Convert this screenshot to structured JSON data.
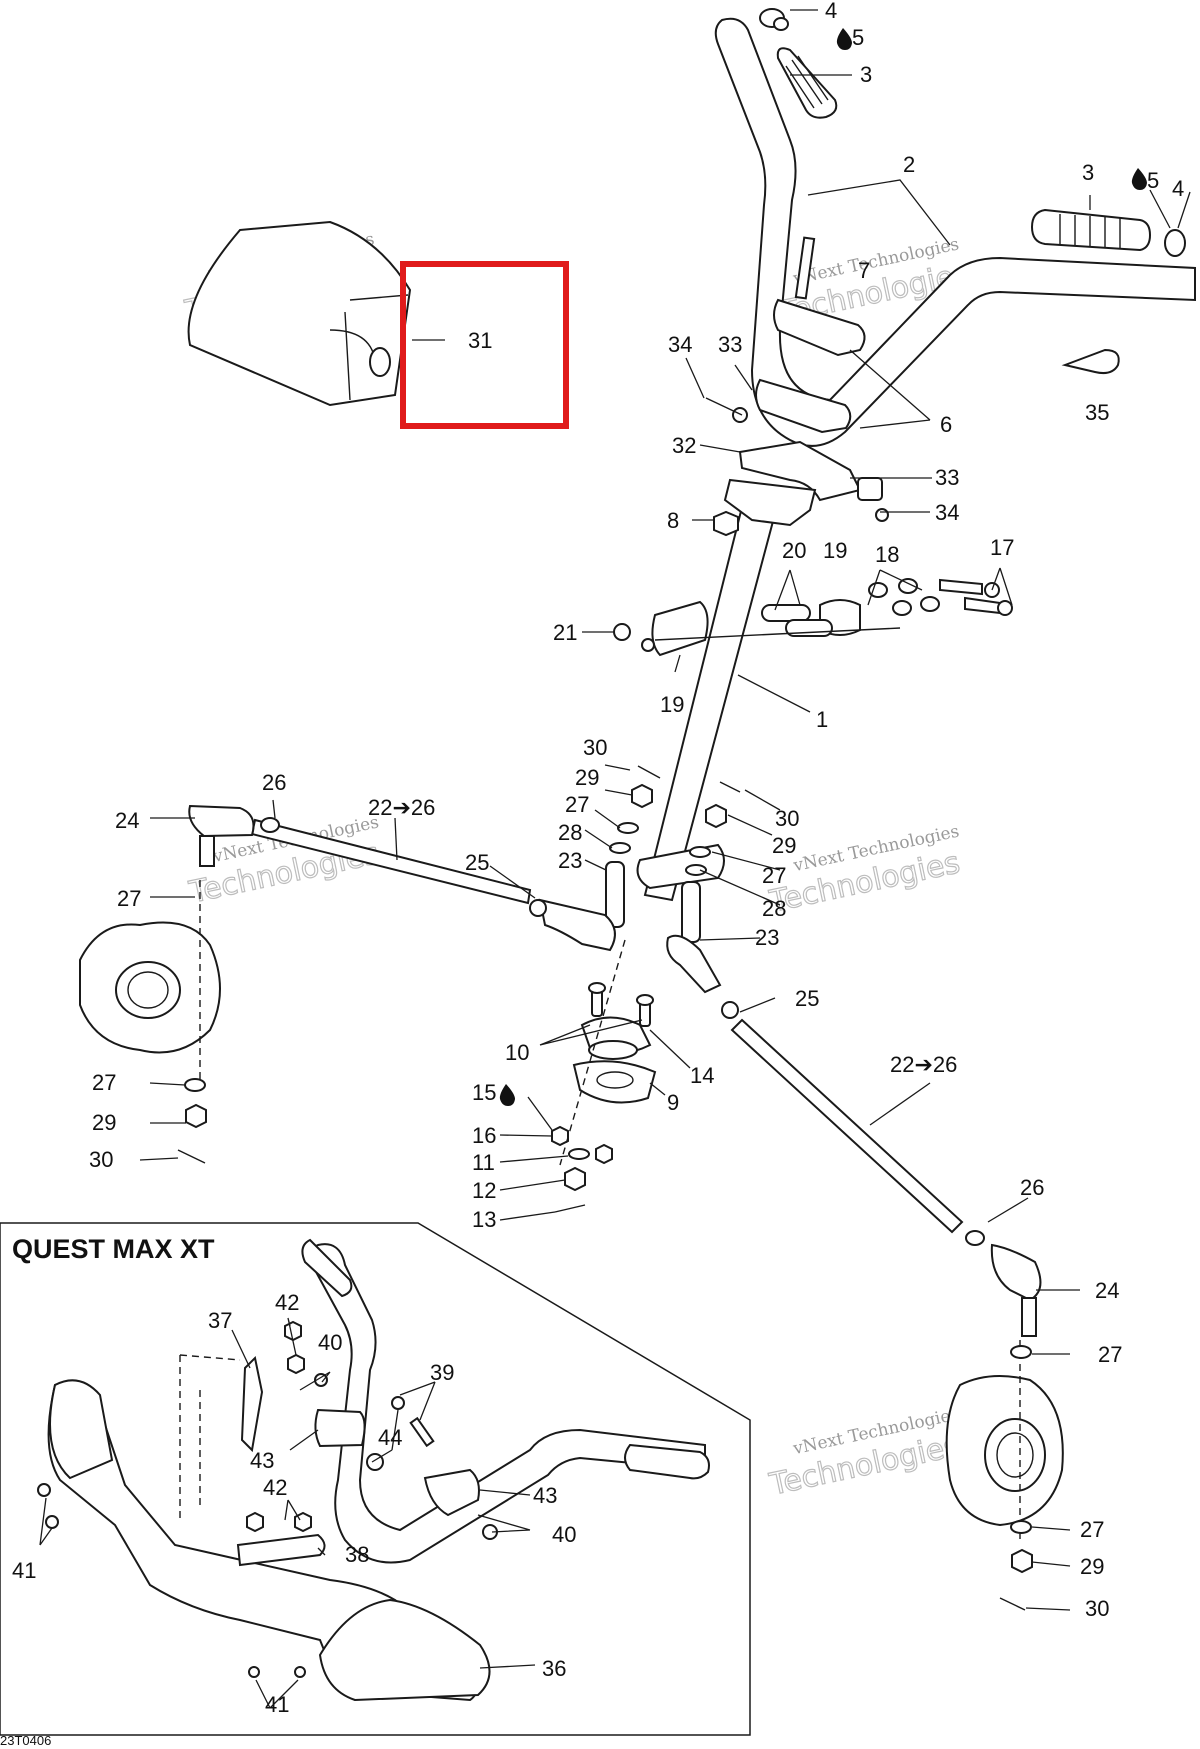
{
  "callouts": {
    "c1": "1",
    "c2": "2",
    "c3a": "3",
    "c3b": "3",
    "c4a": "4",
    "c4b": "4",
    "c5a": "5",
    "c5b": "5",
    "c6": "6",
    "c7": "7",
    "c8": "8",
    "c9": "9",
    "c10": "10",
    "c11": "11",
    "c12": "12",
    "c13": "13",
    "c14": "14",
    "c15": "15",
    "c16": "16",
    "c17": "17",
    "c18": "18",
    "c19a": "19",
    "c19b": "19",
    "c20": "20",
    "c21": "21",
    "c22a": "22➔26",
    "c22b": "22➔26",
    "c23a": "23",
    "c23b": "23",
    "c24a": "24",
    "c24b": "24",
    "c25a": "25",
    "c25b": "25",
    "c26a": "26",
    "c26b": "26",
    "c27a": "27",
    "c27b": "27",
    "c27c": "27",
    "c27d": "27",
    "c27e": "27",
    "c27f": "27",
    "c28a": "28",
    "c28b": "28",
    "c29a": "29",
    "c29b": "29",
    "c29c": "29",
    "c29d": "29",
    "c30a": "30",
    "c30b": "30",
    "c30c": "30",
    "c30d": "30",
    "c31": "31",
    "c32": "32",
    "c33a": "33",
    "c33b": "33",
    "c34a": "34",
    "c34b": "34",
    "c35": "35",
    "c36": "36",
    "c37": "37",
    "c38": "38",
    "c39": "39",
    "c40a": "40",
    "c40b": "40",
    "c41a": "41",
    "c41b": "41",
    "c42a": "42",
    "c42b": "42",
    "c43a": "43",
    "c43b": "43",
    "c44": "44"
  },
  "inset": {
    "title": "QUEST MAX XT"
  },
  "watermark": {
    "line1": "vNext Technologies",
    "line2": "Technologies"
  },
  "footer": {
    "code": "23T0406"
  },
  "highlight": {
    "color": "#e01b1b",
    "target": "31"
  },
  "icons": {
    "lubricant": "oil-drop-icon",
    "arrow": "right-arrow-icon"
  }
}
